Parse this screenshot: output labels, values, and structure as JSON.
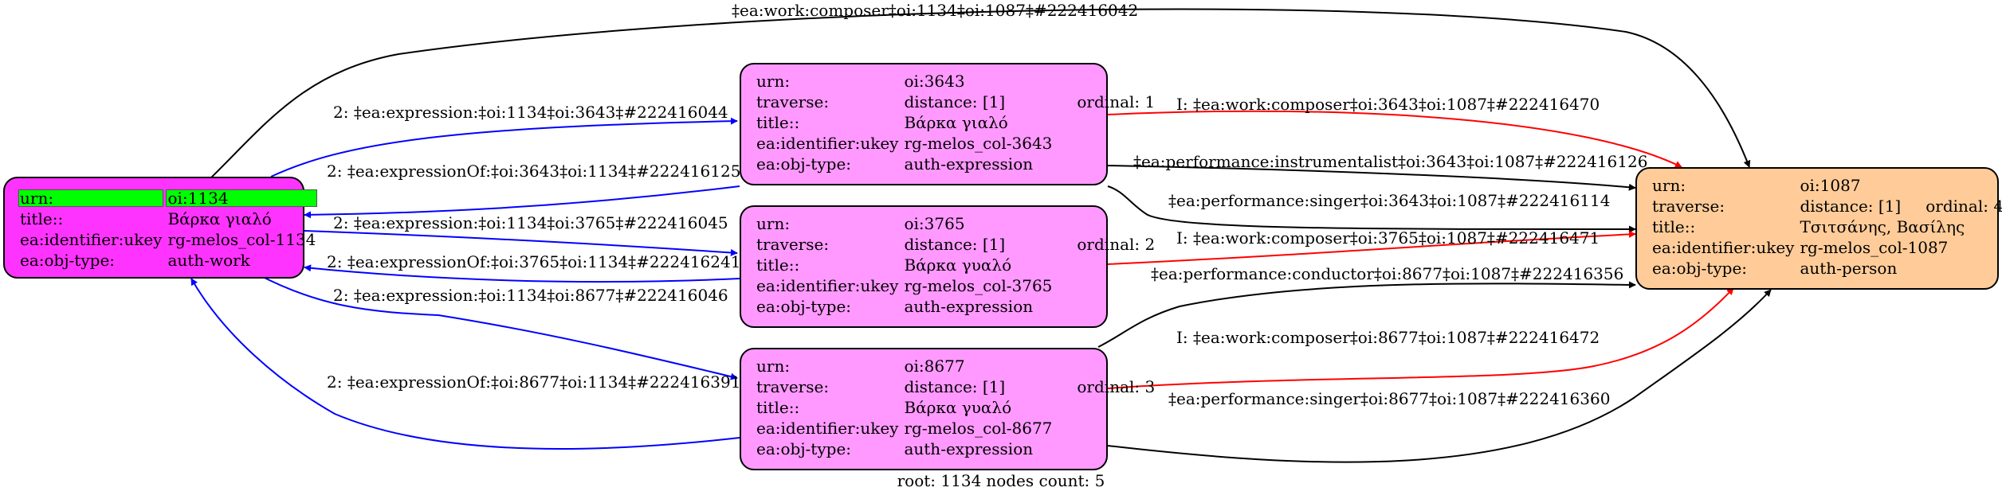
{
  "colors": {
    "root_fill": "#ff33ff",
    "expression_fill": "#ff99ff",
    "person_fill": "#ffcc99",
    "highlight": "#00ff00",
    "edge_expression": "#0000ff",
    "edge_composer": "#ff0000",
    "edge_default": "#000000"
  },
  "nodes": {
    "n1134": {
      "rows": [
        {
          "key": "urn:",
          "value": "oi:1134"
        },
        {
          "key": "title::",
          "value": "Βάρκα γιαλό"
        },
        {
          "key": "ea:identifier:ukey",
          "value": "rg-melos_col-1134"
        },
        {
          "key": "ea:obj-type:",
          "value": "auth-work"
        }
      ]
    },
    "n3643": {
      "rows": [
        {
          "key": "urn:",
          "value": "oi:3643"
        },
        {
          "key": "traverse:",
          "value": "distance: [1]",
          "extra": "ordinal: 1"
        },
        {
          "key": "title::",
          "value": "Βάρκα γιαλό"
        },
        {
          "key": "ea:identifier:ukey",
          "value": "rg-melos_col-3643"
        },
        {
          "key": "ea:obj-type:",
          "value": "auth-expression"
        }
      ]
    },
    "n3765": {
      "rows": [
        {
          "key": "urn:",
          "value": "oi:3765"
        },
        {
          "key": "traverse:",
          "value": "distance: [1]",
          "extra": "ordinal: 2"
        },
        {
          "key": "title::",
          "value": "Βάρκα γυαλό"
        },
        {
          "key": "ea:identifier:ukey",
          "value": "rg-melos_col-3765"
        },
        {
          "key": "ea:obj-type:",
          "value": "auth-expression"
        }
      ]
    },
    "n8677": {
      "rows": [
        {
          "key": "urn:",
          "value": "oi:8677"
        },
        {
          "key": "traverse:",
          "value": "distance: [1]",
          "extra": "ordinal: 3"
        },
        {
          "key": "title::",
          "value": "Βάρκα γυαλό"
        },
        {
          "key": "ea:identifier:ukey",
          "value": "rg-melos_col-8677"
        },
        {
          "key": "ea:obj-type:",
          "value": "auth-expression"
        }
      ]
    },
    "n1087": {
      "rows": [
        {
          "key": "urn:",
          "value": "oi:1087"
        },
        {
          "key": "traverse:",
          "value": "distance: [1]",
          "extra": "ordinal: 4"
        },
        {
          "key": "title::",
          "value": "Τσιτσάνης, Βασίλης"
        },
        {
          "key": "ea:identifier:ukey",
          "value": "rg-melos_col-1087"
        },
        {
          "key": "ea:obj-type:",
          "value": "auth-person"
        }
      ]
    }
  },
  "edges": [
    {
      "id": "e1",
      "label": "‡ea:work:composer‡oi:1134‡oi:1087‡#222416042",
      "color": "edge_default"
    },
    {
      "id": "e2",
      "label": "2: ‡ea:expression:‡oi:1134‡oi:3643‡#222416044",
      "color": "edge_expression"
    },
    {
      "id": "e3",
      "label": "2: ‡ea:expressionOf:‡oi:3643‡oi:1134‡#222416125",
      "color": "edge_expression"
    },
    {
      "id": "e4",
      "label": "2: ‡ea:expression:‡oi:1134‡oi:3765‡#222416045",
      "color": "edge_expression"
    },
    {
      "id": "e5",
      "label": "2: ‡ea:expressionOf:‡oi:3765‡oi:1134‡#222416241",
      "color": "edge_expression"
    },
    {
      "id": "e6",
      "label": "2: ‡ea:expression:‡oi:1134‡oi:8677‡#222416046",
      "color": "edge_expression"
    },
    {
      "id": "e7",
      "label": "2: ‡ea:expressionOf:‡oi:8677‡oi:1134‡#222416391",
      "color": "edge_expression"
    },
    {
      "id": "e8",
      "label": "I: ‡ea:work:composer‡oi:3643‡oi:1087‡#222416470",
      "color": "edge_composer"
    },
    {
      "id": "e9",
      "label": "‡ea:performance:instrumentalist‡oi:3643‡oi:1087‡#222416126",
      "color": "edge_default"
    },
    {
      "id": "e10",
      "label": "‡ea:performance:singer‡oi:3643‡oi:1087‡#222416114",
      "color": "edge_default"
    },
    {
      "id": "e11",
      "label": "I: ‡ea:work:composer‡oi:3765‡oi:1087‡#222416471",
      "color": "edge_composer"
    },
    {
      "id": "e12",
      "label": "‡ea:performance:conductor‡oi:8677‡oi:1087‡#222416356",
      "color": "edge_default"
    },
    {
      "id": "e13",
      "label": "I: ‡ea:work:composer‡oi:8677‡oi:1087‡#222416472",
      "color": "edge_composer"
    },
    {
      "id": "e14",
      "label": "‡ea:performance:singer‡oi:8677‡oi:1087‡#222416360",
      "color": "edge_default"
    }
  ],
  "footer": {
    "root": "root: 1134",
    "count": "nodes count: 5"
  }
}
